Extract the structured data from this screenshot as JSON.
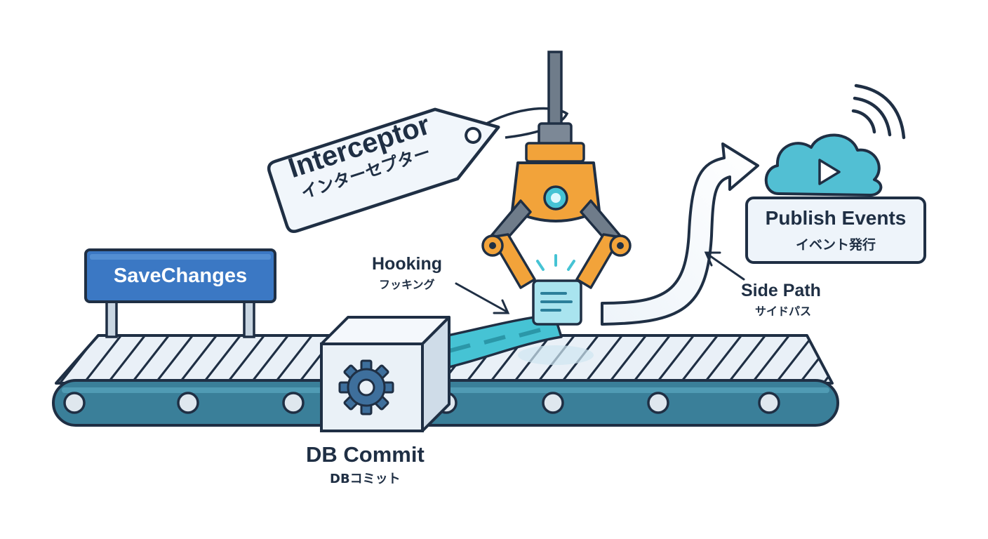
{
  "labels": {
    "sign": "SaveChanges",
    "interceptor_en": "Interceptor",
    "interceptor_jp": "インターセプター",
    "hooking_en": "Hooking",
    "hooking_jp": "フッキング",
    "db_commit_en": "DB Commit",
    "db_commit_jp": "DBコミット",
    "side_path_en": "Side Path",
    "side_path_jp": "サイドパス",
    "publish_en": "Publish Events",
    "publish_jp": "イベント発行"
  },
  "colors": {
    "outline": "#1f2f44",
    "belt": "#3a7f99",
    "belt_top": "#e6eef6",
    "sign_blue": "#3b78c4",
    "robot_orange": "#f2a33a",
    "teal": "#46c3d4",
    "cloud": "#52bfd3"
  },
  "icons": [
    "gear-icon",
    "play-icon",
    "signal-icon",
    "document-icon",
    "arrow-icon"
  ]
}
